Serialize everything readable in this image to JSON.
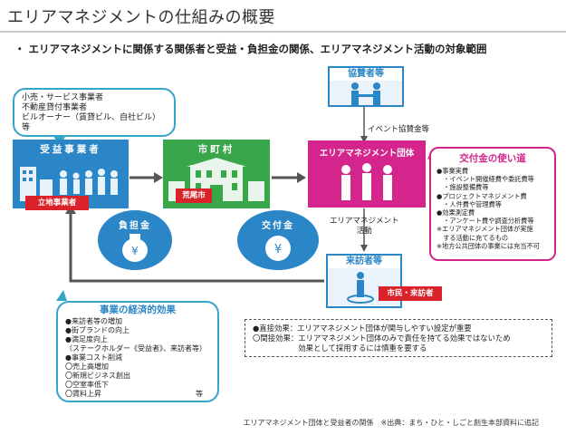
{
  "title": "エリアマネジメントの仕組みの概要",
  "subtitle": "・ エリアマネジメントに関係する関係者と受益・負担金の関係、エリアマネジメント活動の対象範囲",
  "beneficiary": {
    "bubble_lines": [
      "小売・サービス事業者",
      "不動産貸付事業者",
      "ビルオーナー（賃貸ビル、自社ビル）　等"
    ],
    "heading": "受益事業者",
    "tag": "立地事業者"
  },
  "city": {
    "heading": "市町村",
    "tag": "荒尾市"
  },
  "sponsor": {
    "heading": "協賛者等",
    "arrow_label": "イベント協賛金等"
  },
  "organization": {
    "heading": "エリアマネジメント団体",
    "activity_label": "エリアマネジメント\n活動"
  },
  "burden": {
    "label": "負担金"
  },
  "grant": {
    "label": "交付金"
  },
  "visitor": {
    "heading": "来訪者等",
    "tag": "市民・来訪者"
  },
  "uses": {
    "heading": "交付金の使い道",
    "lines": [
      "●事業実費",
      "　・イベント開催経費や委託費等",
      "　・施設整備費等",
      "●プロジェクトマネジメント費",
      "　・人件費や管理費等",
      "●効果測定費",
      "　・アンケート費や調査分析費等",
      "※エリアマネジメント団体が実施",
      "　する活動に充てるもの",
      "※地方公共団体の事業には充当不可"
    ]
  },
  "effects": {
    "heading": "事業の経済的効果",
    "lines": [
      "●来訪者等の増加",
      "●街ブランドの向上",
      "●満足度向上",
      "（ステークホルダー《受益者》、来訪者等）",
      "●事業コスト削減",
      "〇売上高増加",
      "〇新規ビジネス創出",
      "〇空室率低下",
      "〇賃料上昇"
    ],
    "etc": "等"
  },
  "notes": {
    "lines": [
      "●直接効果：エリアマネジメント団体が関与しやすい設定が重要",
      "〇間接効果：エリアマネジメント団体のみで責任を持てる効果ではないため",
      "　　　　　　効果として採用するには慎重を要する"
    ]
  },
  "footer": "エリアマネジメント団体と受益者の関係　※出典：まち・ひと・しごと創生本部資料に追記",
  "colors": {
    "blue": "#2a86c6",
    "green": "#3aa64a",
    "magenta": "#d3258c",
    "red": "#d9222a",
    "teal": "#33a6c8"
  }
}
